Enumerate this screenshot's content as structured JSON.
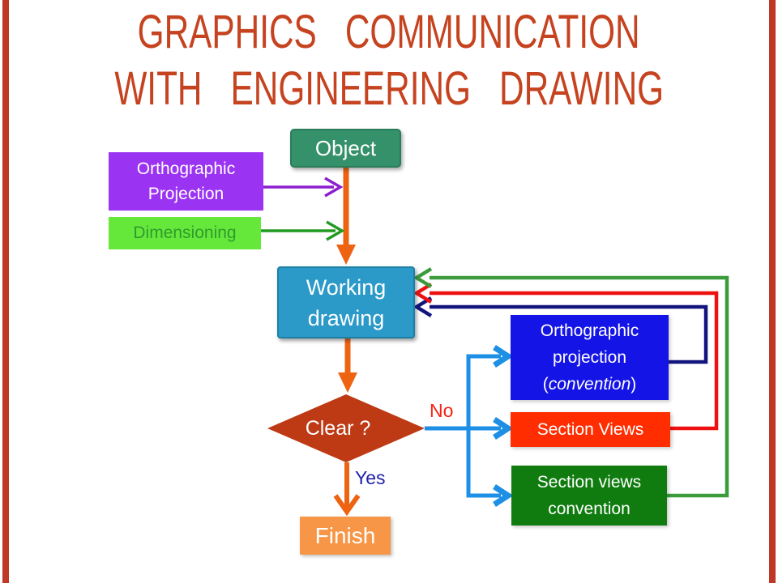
{
  "title": {
    "line1": "GRAPHICS COMMUNICATION",
    "line2": "WITH ENGINEERING DRAWING",
    "color": "#C64320"
  },
  "frame": {
    "accent_bar_color": "#BE3727"
  },
  "nodes": {
    "object": {
      "label": "Object",
      "fill": "#35916A"
    },
    "orthographic_projection": {
      "line1": "Orthographic",
      "line2": "Projection",
      "fill": "#9B33F3"
    },
    "dimensioning": {
      "label": "Dimensioning",
      "fill": "#66E83A",
      "text_color": "#2E9B2E"
    },
    "working_drawing": {
      "line1": "Working",
      "line2": "drawing",
      "fill": "#2B9AC8"
    },
    "clear_decision": {
      "label": "Clear ?",
      "fill": "#BD3A15"
    },
    "finish": {
      "label": "Finish",
      "fill": "#F79646"
    },
    "ortho_projection_convention": {
      "line1": "Orthographic",
      "line2": "projection",
      "line3_open": "(",
      "line3_italic": "convention",
      "line3_close": ")",
      "fill": "#1414E6"
    },
    "section_views": {
      "label": "Section Views",
      "fill": "#FF2D00"
    },
    "section_views_convention": {
      "line1": "Section views",
      "line2": "convention",
      "fill": "#107C10"
    }
  },
  "edges": {
    "no_label": "No",
    "no_label_color": "#F32315",
    "yes_label": "Yes",
    "yes_label_color": "#2222AA",
    "colors": {
      "orange_flow": "#EE6312",
      "purple_input": "#8B1FD0",
      "green_input": "#229A22",
      "blue_no_path": "#1D8FE5",
      "feedback_navy": "#14147E",
      "feedback_red": "#EE1111",
      "feedback_green": "#3C9B3C"
    },
    "connections": [
      {
        "from": "object",
        "to": "working_drawing",
        "color": "#EE6312"
      },
      {
        "from": "orthographic_projection",
        "to": "object-working flow line",
        "color": "#8B1FD0"
      },
      {
        "from": "dimensioning",
        "to": "object-working flow line",
        "color": "#229A22"
      },
      {
        "from": "working_drawing",
        "to": "clear_decision",
        "color": "#EE6312"
      },
      {
        "from": "clear_decision",
        "to": "finish",
        "label": "Yes",
        "color": "#EE6312"
      },
      {
        "from": "clear_decision",
        "to": "ortho_projection_convention",
        "label": "No",
        "color": "#1D8FE5"
      },
      {
        "from": "clear_decision",
        "to": "section_views",
        "label": "No",
        "color": "#1D8FE5"
      },
      {
        "from": "clear_decision",
        "to": "section_views_convention",
        "label": "No",
        "color": "#1D8FE5"
      },
      {
        "from": "ortho_projection_convention",
        "to": "working_drawing",
        "color": "#14147E"
      },
      {
        "from": "section_views",
        "to": "working_drawing",
        "color": "#EE1111"
      },
      {
        "from": "section_views_convention",
        "to": "working_drawing",
        "color": "#3C9B3C"
      }
    ]
  }
}
